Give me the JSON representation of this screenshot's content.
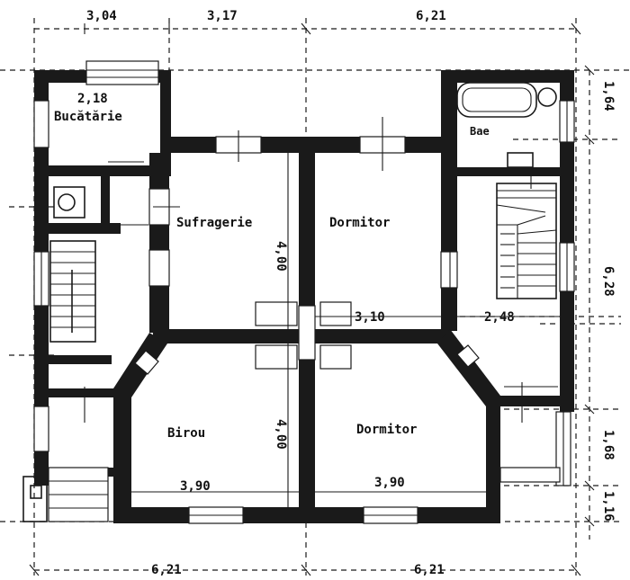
{
  "plan": {
    "rooms": {
      "kitchen": "Bucătărie",
      "dining": "Sufragerie",
      "bedroom_top": "Dormitor",
      "bath": "Bae",
      "office": "Birou",
      "bedroom_bottom": "Dormitor"
    },
    "dims": {
      "top_a": "3,04",
      "top_b": "3,17",
      "top_c": "6,21",
      "kitchen_w": "2,18",
      "right_a": "1,64",
      "right_b": "6,28",
      "right_c": "1,68",
      "right_d": "1,16",
      "dining_h": "4,00",
      "corr_w": "3,10",
      "bath_w": "2,48",
      "office_h": "4,00",
      "office_w": "3,90",
      "bedroom_w": "3,90",
      "bottom_a": "6,21",
      "bottom_b": "6,21"
    }
  }
}
